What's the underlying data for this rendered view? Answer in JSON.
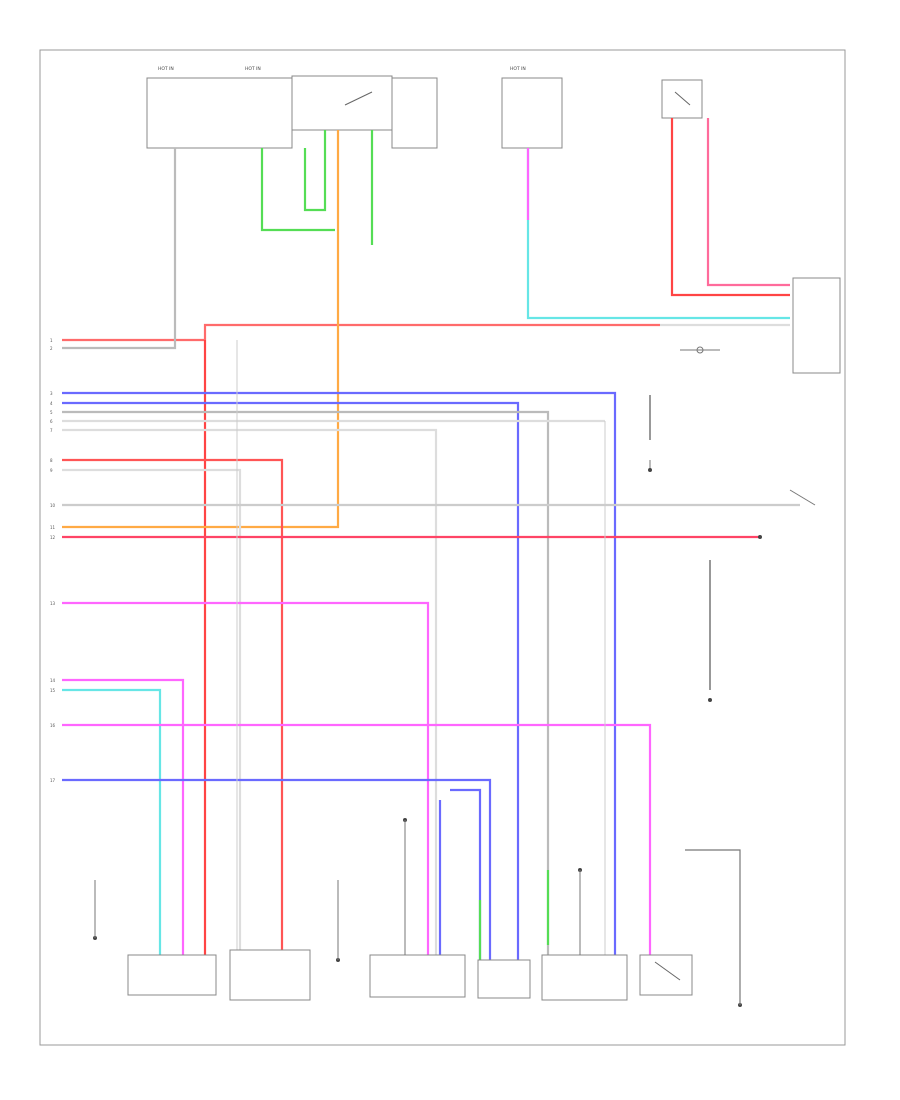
{
  "diagram": {
    "footer_code": "",
    "top_labels": [
      "HOT IN",
      "HOT IN",
      "HOT IN",
      "",
      "",
      "",
      "",
      "",
      "",
      "",
      ""
    ],
    "left_pins": [
      "1",
      "2",
      "3",
      "4",
      "5",
      "6",
      "7",
      "8",
      "9",
      "10",
      "11",
      "12",
      "13",
      "14",
      "15",
      "16",
      "17"
    ],
    "components": [
      {
        "id": "fuse-block-1",
        "label": "",
        "sub": ""
      },
      {
        "id": "fuse-block-2",
        "label": "",
        "sub": ""
      },
      {
        "id": "relay-box",
        "label": "",
        "sub": ""
      },
      {
        "id": "engine-room-jb",
        "label": "",
        "sub": ""
      },
      {
        "id": "clutch-switch",
        "label": "",
        "sub": ""
      },
      {
        "id": "ecm-connector",
        "label": "",
        "sub": ""
      },
      {
        "id": "bottom-1",
        "label": ""
      },
      {
        "id": "bottom-2",
        "label": ""
      },
      {
        "id": "bottom-3",
        "label": ""
      },
      {
        "id": "bottom-4",
        "label": ""
      },
      {
        "id": "bottom-5",
        "label": ""
      },
      {
        "id": "bottom-6",
        "label": ""
      },
      {
        "id": "bottom-7",
        "label": ""
      },
      {
        "id": "bottom-8",
        "label": ""
      }
    ]
  },
  "colors": {
    "red": "#ff4444",
    "pink": "#ff66ff",
    "blue": "#6a6aff",
    "green": "#44dd44",
    "cyan": "#55e5e5",
    "orange": "#ffaa33",
    "grey": "#bbbbbb",
    "dark": "#555555"
  }
}
